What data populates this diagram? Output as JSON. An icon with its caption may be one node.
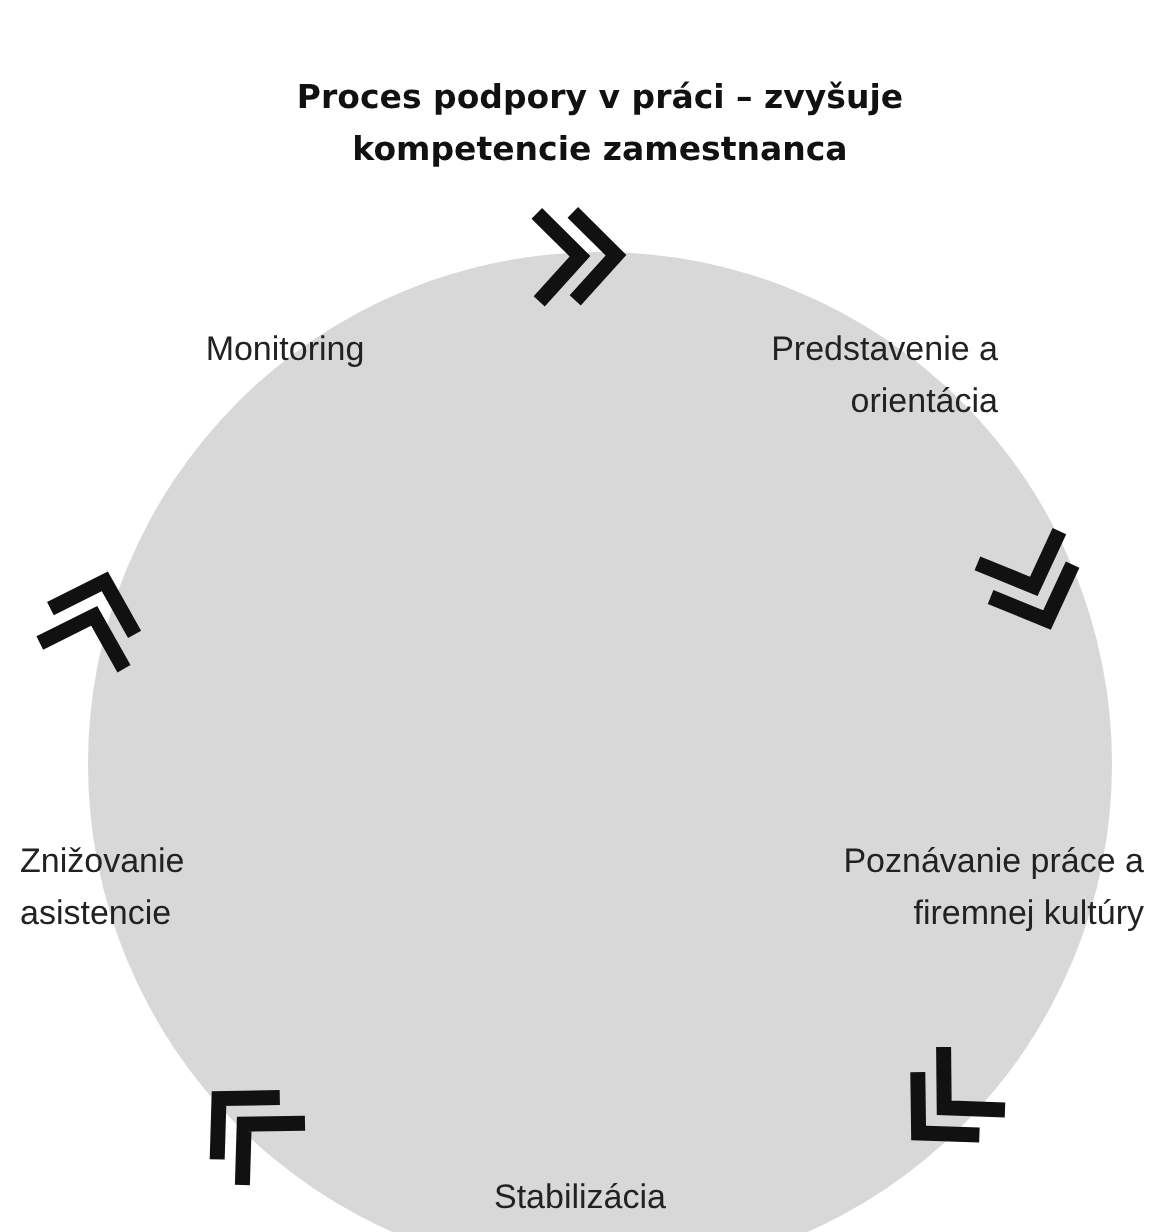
{
  "diagram": {
    "title": "Proces podpory v práci – zvyšuje kompetencie zamestnanca",
    "nodes": [
      {
        "text": [
          "Monitoring"
        ]
      },
      {
        "text": [
          "Predstavenie a orientácia"
        ]
      },
      {
        "text": [
          "Znižovanie asistencie"
        ]
      },
      {
        "text": [
          "Poznávanie práce a firemnej kultúry"
        ]
      },
      {
        "text": [
          "Stabilizácia"
        ]
      }
    ]
  }
}
